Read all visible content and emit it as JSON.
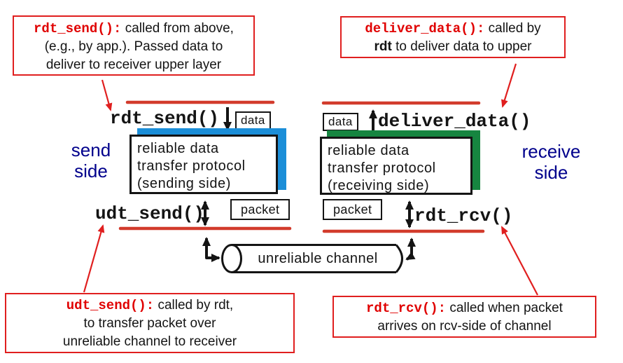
{
  "colors": {
    "callout_border_red": "#e01f1f",
    "boundary_line_red": "#d23b2c",
    "code_text_red": "#e00000",
    "send_box_shadow_blue": "#1b8ed8",
    "receive_box_shadow_green": "#168540",
    "side_label_navy": "#00008c",
    "ink_black": "#141414"
  },
  "callouts": {
    "top_left": {
      "code": "rdt_send():",
      "line1_rest": " called from above,",
      "line2": "(e.g., by app.). Passed data to",
      "line3": "deliver to receiver upper layer"
    },
    "top_right": {
      "code": "deliver_data():",
      "line1_rest": " called by",
      "line2_bold": "rdt",
      "line2_rest": " to deliver data to upper"
    },
    "bottom_left": {
      "code": "udt_send():",
      "line1_rest": " called by rdt,",
      "line2": "to transfer packet over",
      "line3": "unreliable channel to receiver"
    },
    "bottom_right": {
      "code": "rdt_rcv():",
      "line1_rest": " called when packet",
      "line2": "arrives on rcv-side of channel"
    }
  },
  "labels": {
    "rdt_send": "rdt_send()",
    "deliver_data": "deliver_data()",
    "udt_send": "udt_send()",
    "rdt_rcv": "rdt_rcv()",
    "unreliable_channel": "unreliable channel"
  },
  "tags": {
    "data_send": "data",
    "data_recv": "data",
    "packet_send": "packet",
    "packet_recv": "packet"
  },
  "protocol_boxes": {
    "send": {
      "lines": [
        "reliable data",
        "transfer protocol",
        "(sending side)"
      ]
    },
    "receive": {
      "lines": [
        "reliable data",
        "transfer protocol",
        "(receiving side)"
      ]
    }
  },
  "side_labels": {
    "send": [
      "send",
      "side"
    ],
    "receive": [
      "receive",
      "side"
    ]
  }
}
